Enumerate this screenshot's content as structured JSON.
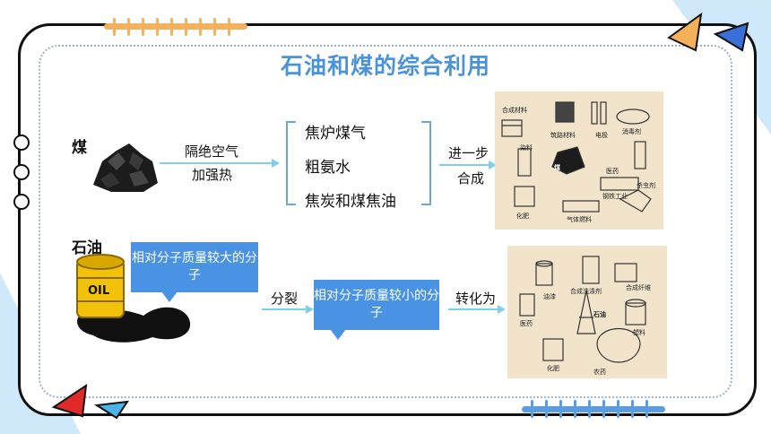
{
  "title": "石油和煤的综合利用",
  "coal": {
    "name": "煤",
    "process_line1": "隔绝空气",
    "process_line2": "加强热",
    "products": [
      "焦炉煤气",
      "粗氨水",
      "焦炭和煤焦油"
    ],
    "next_line1": "进一步",
    "next_line2": "合成",
    "panel_labels": [
      "合成材料",
      "筑路材料",
      "电极",
      "消毒剂",
      "染料",
      "煤",
      "医药",
      "杀虫剂",
      "钢铁工业",
      "化肥",
      "气体燃料"
    ]
  },
  "oil": {
    "name": "石油",
    "barrel_text": "OIL",
    "big_molecule": "相对分子质量较大的分子",
    "crack_label": "分裂",
    "small_molecule": "相对分子质量较小的分子",
    "convert_label": "转化为",
    "panel_labels": [
      "油漆",
      "合成洗涤剂",
      "合成纤维",
      "石油",
      "医药",
      "塑料",
      "化肥",
      "农药"
    ]
  },
  "colors": {
    "title": "#4a93d8",
    "callout": "#4a93e4",
    "arrow": "#7fcfe6",
    "accent_orange": "#f5b05a",
    "accent_blue": "#3a6fd8",
    "accent_red": "#e02a2a"
  }
}
